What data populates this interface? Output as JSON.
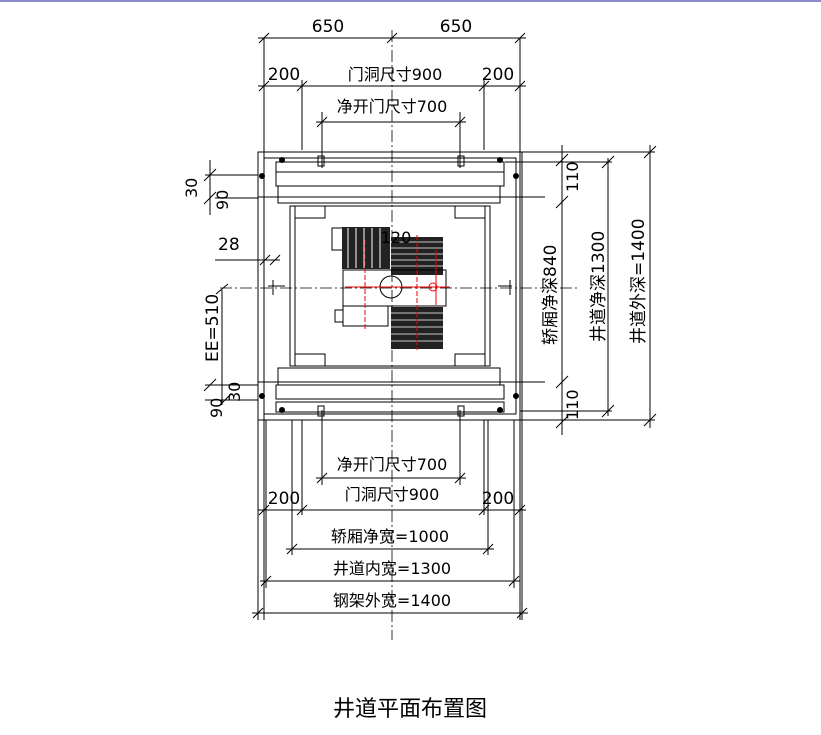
{
  "top": {
    "w_left": "650",
    "w_right": "650",
    "side_left": "200",
    "side_right": "200",
    "door_opening": "门洞尺寸900",
    "clear_opening": "净开门尺寸700"
  },
  "left": {
    "d30_top": "30",
    "d90_top": "90",
    "d28": "28",
    "ee": "EE=510",
    "d90_bottom": "90",
    "d30_bottom": "30"
  },
  "car": {
    "d120": "120"
  },
  "right": {
    "d110_top": "110",
    "car_depth": "轿厢净深840",
    "d110_bottom": "110",
    "shaft_clear_depth": "井道净深1300",
    "shaft_outer_depth": "井道外深=1400"
  },
  "bottom": {
    "clear_opening": "净开门尺寸700",
    "door_opening": "门洞尺寸900",
    "side_left": "200",
    "side_right": "200",
    "car_width": "轿厢净宽=1000",
    "shaft_inner_width": "井道内宽=1300",
    "frame_outer_width": "钢架外宽=1400"
  },
  "title": "井道平面布置图"
}
